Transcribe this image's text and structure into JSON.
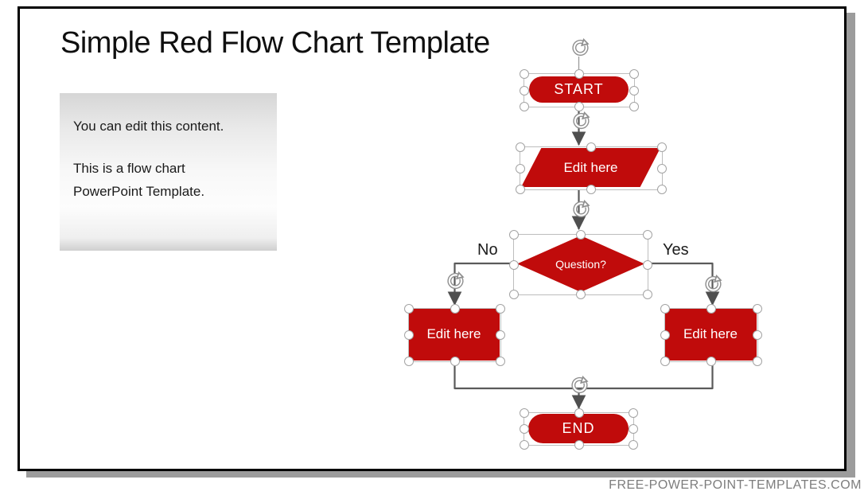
{
  "window": {
    "title": "Simple Red Flow Chart Template",
    "footer": "FREE-POWER-POINT-TEMPLATES.COM"
  },
  "content_box": {
    "paragraph1": "You can edit this content.",
    "paragraph2": "This is a flow chart PowerPoint Template."
  },
  "flowchart": {
    "nodes": {
      "start": {
        "label": "START",
        "shape": "stadium"
      },
      "input": {
        "label": "Edit here",
        "shape": "parallelogram"
      },
      "decision": {
        "label": "Question?",
        "shape": "diamond"
      },
      "branch_left": {
        "label": "Edit here",
        "shape": "rectangle"
      },
      "branch_right": {
        "label": "Edit here",
        "shape": "rectangle"
      },
      "end": {
        "label": "END",
        "shape": "stadium"
      }
    },
    "edges": {
      "no_label": "No",
      "yes_label": "Yes"
    },
    "colors": {
      "shape_fill": "#c00b0b",
      "shape_text": "#ffffff",
      "connector": "#5a5a5a",
      "selection_handle_stroke": "#a3a3a3",
      "selection_frame": "#bdbdbd",
      "slide_shadow": "#9c9c9c"
    }
  },
  "icons": {
    "rotate_handle": "circular-arrow-clockwise"
  }
}
